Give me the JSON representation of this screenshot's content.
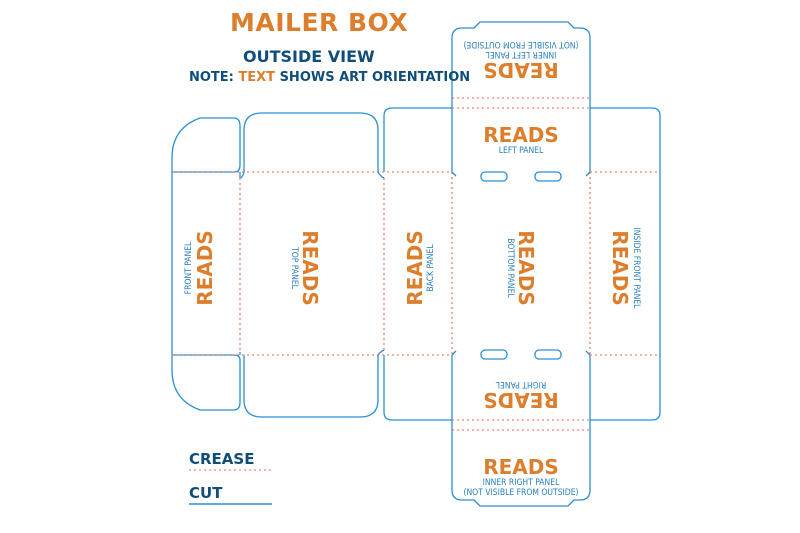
{
  "title": "MAILER BOX",
  "subtitle": "OUTSIDE VIEW",
  "note": {
    "prefix": "NOTE: ",
    "highlight": "TEXT",
    "suffix": " SHOWS ART ORIENTATION"
  },
  "colors": {
    "cut_line": "#2a8fd6",
    "crease_line": "#e06a4a",
    "heading": "#0f4d7a",
    "accent": "#dd7e2c"
  },
  "panels": {
    "front": {
      "title": "READS",
      "label": "FRONT PANEL"
    },
    "top": {
      "title": "READS",
      "label": "TOP PANEL"
    },
    "back": {
      "title": "READS",
      "label": "BACK PANEL"
    },
    "bottom": {
      "title": "READS",
      "label": "BOTTOM PANEL"
    },
    "inside_front": {
      "title": "READS",
      "label": "INSIDE FRONT PANEL"
    },
    "left": {
      "title": "READS",
      "label": "LEFT PANEL"
    },
    "right": {
      "title": "READS",
      "label": "RIGHT PANEL"
    },
    "inner_left": {
      "title": "READS",
      "label": "INNER LEFT PANEL",
      "label2": "(NOT VISIBLE FROM OUTSIDE)"
    },
    "inner_right": {
      "title": "READS",
      "label": "INNER RIGHT PANEL",
      "label2": "(NOT VISIBLE FROM OUTSIDE)"
    }
  },
  "legend": {
    "crease": "CREASE",
    "cut": "CUT"
  }
}
